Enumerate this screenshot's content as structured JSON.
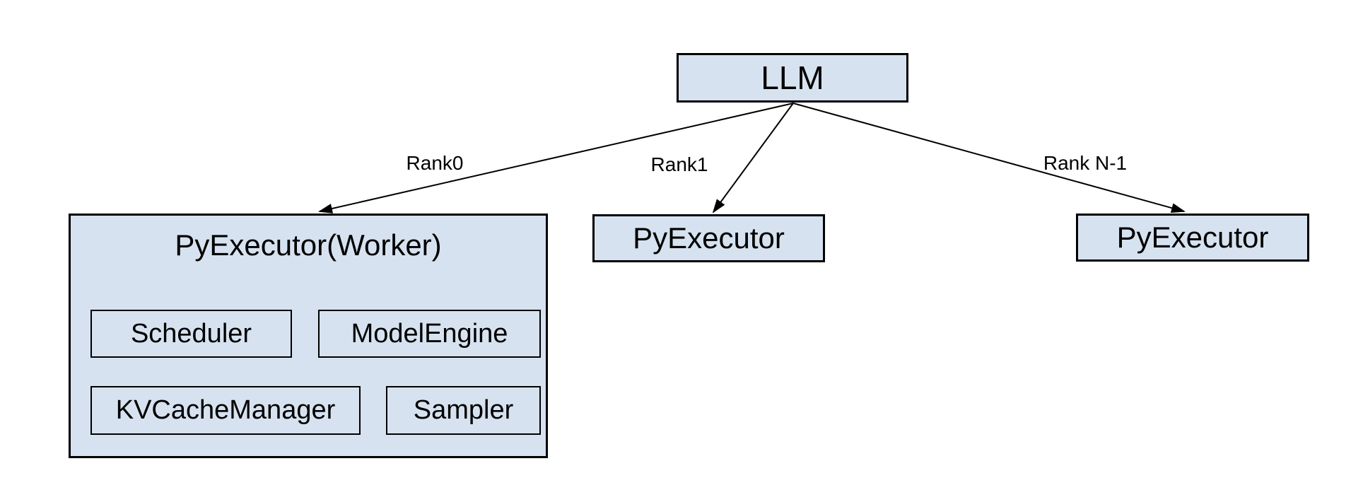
{
  "diagram": {
    "title_hint": "LLM / PyExecutor rank architecture diagram",
    "colors": {
      "box_fill": "#d7e2f0",
      "box_border": "#000000",
      "line": "#000000",
      "text": "#000000",
      "background": "#ffffff"
    },
    "root": {
      "label": "LLM"
    },
    "edges": [
      {
        "label": "Rank0"
      },
      {
        "label": "Rank1"
      },
      {
        "label": "Rank N-1"
      }
    ],
    "workers": [
      {
        "label": "PyExecutor(Worker)",
        "components": [
          {
            "label": "Scheduler"
          },
          {
            "label": "ModelEngine"
          },
          {
            "label": "KVCacheManager"
          },
          {
            "label": "Sampler"
          }
        ]
      },
      {
        "label": "PyExecutor"
      },
      {
        "label": "PyExecutor"
      }
    ]
  }
}
